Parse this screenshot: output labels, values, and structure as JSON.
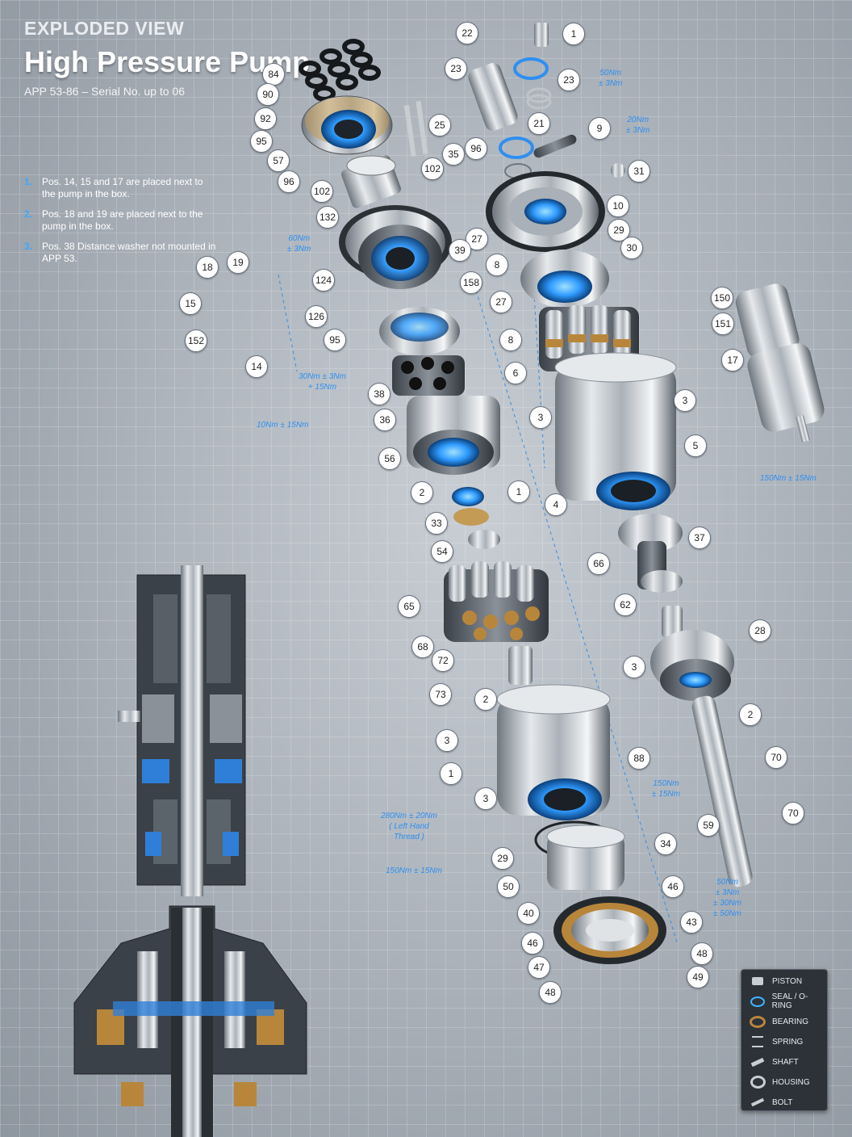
{
  "header": {
    "supertitle": "EXPLODED VIEW",
    "title": "High Pressure Pump",
    "subtitle": "APP 53-86 – Serial No. up to 06"
  },
  "notes": [
    {
      "num": "1.",
      "text": "Pos. 14, 15 and 17 are placed next to the pump in the box."
    },
    {
      "num": "2.",
      "text": "Pos. 18 and 19 are placed next to the pump in the box."
    },
    {
      "num": "3.",
      "text": "Pos. 38 Distance washer not mounted in APP 53."
    }
  ],
  "callouts": [
    "22",
    "1",
    "23",
    "23",
    "84",
    "90",
    "25",
    "92",
    "95",
    "21",
    "57",
    "96",
    "9",
    "35",
    "96",
    "102",
    "31",
    "102",
    "132",
    "10",
    "29",
    "18",
    "19",
    "27",
    "39",
    "30",
    "8",
    "124",
    "158",
    "27",
    "126",
    "95",
    "8",
    "150",
    "151",
    "6",
    "14",
    "17",
    "15",
    "152",
    "38",
    "3",
    "36",
    "3",
    "5",
    "56",
    "2",
    "1",
    "4",
    "33",
    "37",
    "54",
    "66",
    "62",
    "65",
    "68",
    "72",
    "28",
    "73",
    "3",
    "2",
    "3",
    "88",
    "2",
    "1",
    "70",
    "3",
    "59",
    "70",
    "29",
    "34",
    "50",
    "46",
    "40",
    "43",
    "46",
    "48",
    "47",
    "49",
    "48"
  ],
  "torques": [
    {
      "text": "50Nm\n± 3Nm"
    },
    {
      "text": "20Nm\n± 3Nm"
    },
    {
      "text": "60Nm\n± 3Nm"
    },
    {
      "text": "30Nm ± 3Nm\n+ 15Nm"
    },
    {
      "text": "10Nm ± 15Nm"
    },
    {
      "text": "150Nm ± 15Nm"
    },
    {
      "text": "150Nm\n± 15Nm"
    },
    {
      "text": "280Nm ± 20Nm\n( Left Hand\nThread )"
    },
    {
      "text": "150Nm ± 15Nm"
    },
    {
      "text": "50Nm\n± 3Nm\n± 30Nm\n± 50Nm"
    }
  ],
  "legend": [
    {
      "icon": "piston-icon",
      "label": "PISTON"
    },
    {
      "icon": "seal-icon",
      "label": "SEAL / O-RING"
    },
    {
      "icon": "bearing-icon",
      "label": "BEARING"
    },
    {
      "icon": "spring-icon",
      "label": "SPRING"
    },
    {
      "icon": "shaft-icon",
      "label": "SHAFT"
    },
    {
      "icon": "housing-icon",
      "label": "HOUSING"
    },
    {
      "icon": "bolt-icon",
      "label": "BOLT"
    }
  ],
  "colors": {
    "accent": "#2f8ff0",
    "glow": "#3fb4ff",
    "bearing": "#b8863b",
    "metal": "#c3c8cd",
    "dark_panel": "#2c3238"
  }
}
